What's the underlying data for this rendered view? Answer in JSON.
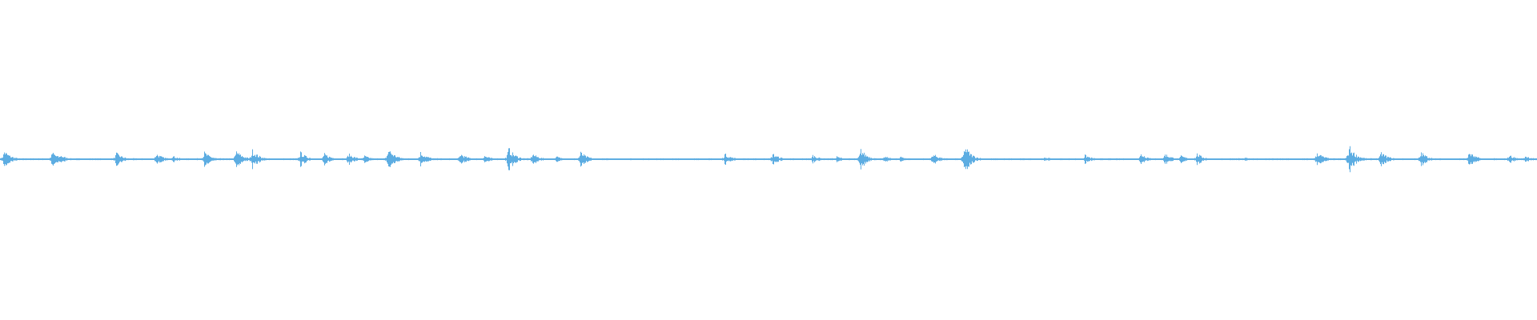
{
  "chart_data": {
    "type": "waveform",
    "color": "#5DADE2",
    "background": "#FFFFFF",
    "samples": 192,
    "baseline_amplitude": 0.006,
    "amplitude_range": [
      -1,
      1
    ],
    "envelope_peaks": [
      [
        0,
        0.06
      ],
      [
        6,
        0.05
      ],
      [
        7,
        0.03
      ],
      [
        14,
        0.045
      ],
      [
        19,
        0.04
      ],
      [
        21,
        0.025
      ],
      [
        25,
        0.05
      ],
      [
        29,
        0.06
      ],
      [
        31,
        0.065
      ],
      [
        37,
        0.05
      ],
      [
        40,
        0.04
      ],
      [
        43,
        0.04
      ],
      [
        45,
        0.025
      ],
      [
        48,
        0.075
      ],
      [
        52,
        0.05
      ],
      [
        57,
        0.04
      ],
      [
        60,
        0.025
      ],
      [
        63,
        0.08
      ],
      [
        66,
        0.04
      ],
      [
        69,
        0.02
      ],
      [
        72,
        0.05
      ],
      [
        90,
        0.04
      ],
      [
        96,
        0.04
      ],
      [
        101,
        0.03
      ],
      [
        104,
        0.02
      ],
      [
        107,
        0.07
      ],
      [
        110,
        0.02
      ],
      [
        112,
        0.02
      ],
      [
        116,
        0.04
      ],
      [
        120,
        0.095
      ],
      [
        130,
        0.015
      ],
      [
        135,
        0.03
      ],
      [
        142,
        0.04
      ],
      [
        145,
        0.04
      ],
      [
        147,
        0.025
      ],
      [
        149,
        0.04
      ],
      [
        155,
        0.015
      ],
      [
        164,
        0.05
      ],
      [
        168,
        0.095
      ],
      [
        172,
        0.05
      ],
      [
        177,
        0.05
      ],
      [
        183,
        0.05
      ],
      [
        188,
        0.03
      ],
      [
        190,
        0.025
      ]
    ]
  }
}
